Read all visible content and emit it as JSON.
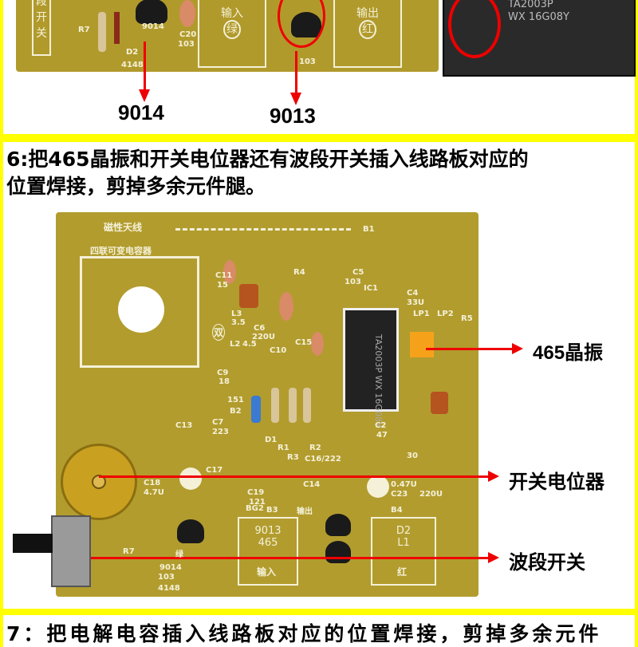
{
  "section_top": {
    "part_labels": [
      "9014",
      "9013"
    ],
    "pcb_silk": [
      "段",
      "开关",
      "R7",
      "D2",
      "4148",
      "9014",
      "C20",
      "103",
      "输入",
      "绿",
      "输出",
      "红",
      "103"
    ],
    "chip_marking": [
      "TA2003P",
      "WX 16G08Y"
    ]
  },
  "step6": {
    "line1": "6:把465晶振和开关电位器还有波段开关插入线路板对应的",
    "line2": "位置焊接，剪掉多余元件腿。",
    "callouts": [
      "465晶振",
      "开关电位器",
      "波段开关"
    ],
    "pcb_silk": [
      "磁性天线",
      "B1",
      "四联可变电容器",
      "C11",
      "15",
      "R4",
      "C5",
      "103",
      "C4",
      "33U",
      "IC1",
      "LP1",
      "LP2",
      "R5",
      "双",
      "L3",
      "3.5",
      "C6",
      "220U",
      "L2",
      "4.5",
      "C10",
      "C15",
      "C9",
      "18",
      "C13",
      "151",
      "B2",
      "C7",
      "223",
      "D1",
      "R1",
      "R3",
      "R2",
      "C16/222",
      "C17",
      "C18",
      "4.7U",
      "C19",
      "121",
      "C14",
      "0.47U",
      "C23",
      "220U",
      "B3",
      "输入",
      "BG2",
      "9013",
      "B4",
      "输出",
      "R7",
      "D2",
      "4148",
      "9014",
      "103",
      "绿",
      "红",
      "465",
      "L1",
      "C2",
      "47",
      "30"
    ],
    "chip_marking": [
      "TA2003P",
      "WX 16G08Y"
    ]
  },
  "step7": {
    "line1": "7：把电解电容插入线路板对应的位置焊接，剪掉多余元件"
  },
  "colors": {
    "frame": "#ffff00",
    "arrow": "#e00000",
    "pcb": "#b19a2c"
  }
}
